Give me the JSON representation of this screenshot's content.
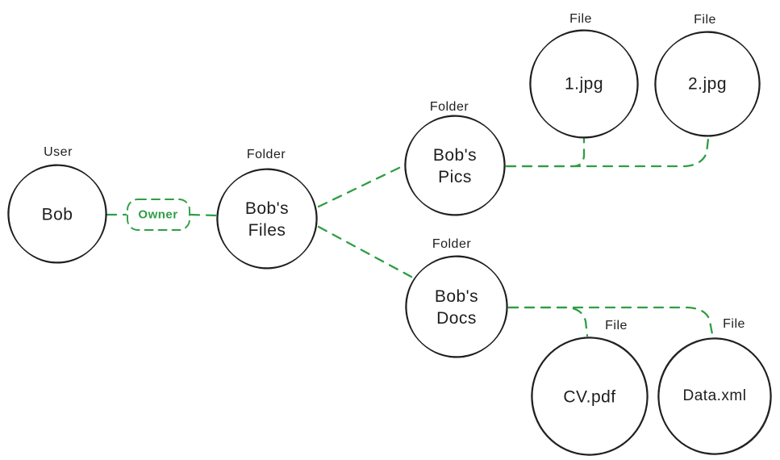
{
  "diagram": {
    "style": "hand-drawn-whiteboard",
    "background_color": "#ffffff",
    "node_stroke_color": "#1e1e1e",
    "edge_color": "#2f9e44",
    "nodes": [
      {
        "id": "bob",
        "type_label": "User",
        "label": "Bob"
      },
      {
        "id": "bobs-files",
        "type_label": "Folder",
        "label": "Bob's\nFiles"
      },
      {
        "id": "bobs-pics",
        "type_label": "Folder",
        "label": "Bob's\nPics"
      },
      {
        "id": "bobs-docs",
        "type_label": "Folder",
        "label": "Bob's\nDocs"
      },
      {
        "id": "file-1jpg",
        "type_label": "File",
        "label": "1.jpg"
      },
      {
        "id": "file-2jpg",
        "type_label": "File",
        "label": "2.jpg"
      },
      {
        "id": "file-cvpdf",
        "type_label": "File",
        "label": "CV.pdf"
      },
      {
        "id": "file-dataxml",
        "type_label": "File",
        "label": "Data.xml"
      }
    ],
    "edges": [
      {
        "from": "Bob",
        "to": "Bob's Files",
        "label": "Owner",
        "style": "dashed"
      },
      {
        "from": "Bob's Files",
        "to": "Bob's Pics",
        "label": "",
        "style": "dashed"
      },
      {
        "from": "Bob's Files",
        "to": "Bob's Docs",
        "label": "",
        "style": "dashed"
      },
      {
        "from": "Bob's Pics",
        "to": "1.jpg",
        "label": "",
        "style": "dashed"
      },
      {
        "from": "Bob's Pics",
        "to": "2.jpg",
        "label": "",
        "style": "dashed"
      },
      {
        "from": "Bob's Docs",
        "to": "CV.pdf",
        "label": "",
        "style": "dashed"
      },
      {
        "from": "Bob's Docs",
        "to": "Data.xml",
        "label": "",
        "style": "dashed"
      }
    ]
  }
}
